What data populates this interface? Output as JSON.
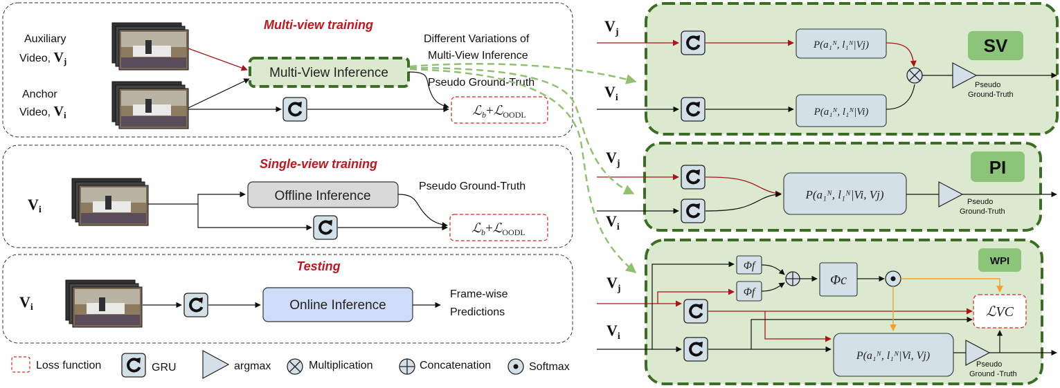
{
  "titles": {
    "multi_view": "Multi-view training",
    "single_view": "Single-view training",
    "testing": "Testing"
  },
  "left": {
    "aux_line1": "Auxiliary",
    "aux_line2": "Video,",
    "anchor_line1": "Anchor",
    "anchor_line2": "Video,",
    "vj": "V",
    "vj_sub": "j",
    "vi": "V",
    "vi_sub": "i",
    "different_1": "Different Variations of",
    "different_2": "Multi-View Inference",
    "multi_view_inference": "Multi-View Inference",
    "pseudo_gt": "Pseudo Ground-Truth",
    "loss": "ℒb + ℒOODL",
    "loss_main_b": "ℒ",
    "loss_b_sub": "b",
    "loss_plus": "+",
    "loss_main_o": "ℒ",
    "loss_o_sub": "OODL",
    "offline_inference": "Offline Inference",
    "online_inference": "Online Inference",
    "frame_wise_1": "Frame-wise",
    "frame_wise_2": "Predictions"
  },
  "legend": {
    "loss_function": "Loss function",
    "gru": "GRU",
    "argmax": "argmax",
    "multiplication": "Multiplication",
    "concatenation": "Concatenation",
    "softmax": "Softmax"
  },
  "right": {
    "sv_badge": "SV",
    "pi_badge": "PI",
    "wpi_badge": "WPI",
    "p_vj": "P(a₁ᴺ, l₁ᴺ|Vj)",
    "p_vi": "P(a₁ᴺ, l₁ᴺ|Vi)",
    "p_vivj": "P(a₁ᴺ, l₁ᴺ|Vi, Vj)",
    "phi_f": "Φf",
    "phi_c": "Φc",
    "l_vc": "ℒVC",
    "pseudo": "Pseudo",
    "ground_truth": "Ground-Truth",
    "ground_truth_wpi": "Ground -Truth"
  },
  "colors": {
    "red_arrow": "#a8161a",
    "green_dash": "#3b6e24",
    "green_fill": "#dbe9cf",
    "badge_fill": "#8cc47a",
    "box_blue": "#d3e0e8",
    "online_blue": "#cfdcf7",
    "offline_gray": "#d9d9d9",
    "loss_red": "#e02020",
    "orange": "#f2a22b",
    "light_green_arrow": "#8fc170"
  }
}
